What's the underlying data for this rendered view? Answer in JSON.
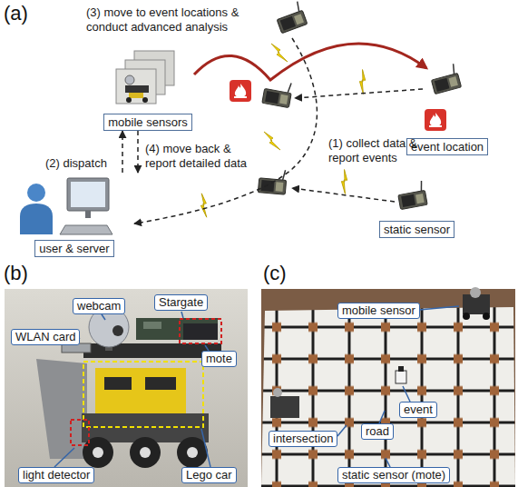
{
  "diagram": {
    "nodes": [
      {
        "text": [
          "mobile sensors"
        ]
      },
      {
        "text": [
          "event location"
        ]
      },
      {
        "text": [
          "user & server"
        ]
      },
      {
        "text": [
          "static sensor"
        ]
      },
      {
        "text": [
          "webcam"
        ]
      },
      {
        "text": [
          "Stargate"
        ]
      },
      {
        "text": [
          "WLAN card"
        ]
      },
      {
        "text": [
          "mote"
        ]
      },
      {
        "text": [
          "light detector"
        ]
      },
      {
        "text": [
          "Lego car"
        ]
      },
      {
        "text": [
          "mobile sensor"
        ]
      },
      {
        "text": [
          "event"
        ]
      },
      {
        "text": [
          "intersection"
        ]
      },
      {
        "text": [
          "road"
        ]
      },
      {
        "text": [
          "static sensor (mote)"
        ]
      }
    ],
    "edges": [
      {
        "from": 0,
        "to": 1,
        "arrow": "to",
        "label": "(3) move to event locations & conduct advanced analysis"
      },
      {
        "from": 2,
        "to": 0,
        "arrow": "to",
        "label": "(2) dispatch"
      },
      {
        "from": 0,
        "to": 2,
        "arrow": "to",
        "label": "(4) move back & report detailed data"
      }
    ],
    "labels": [
      "(a)",
      "(1) collect data & report events",
      "(b)",
      "(c)"
    ]
  }
}
